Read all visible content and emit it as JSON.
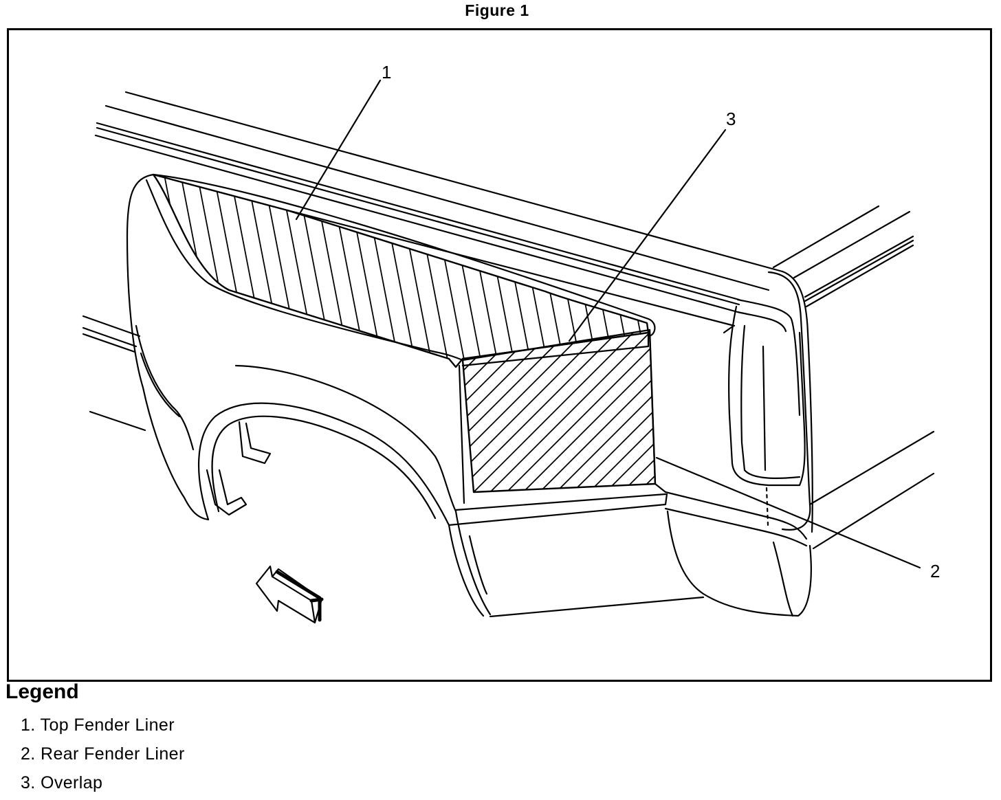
{
  "figure": {
    "title": "Figure 1",
    "callouts": [
      {
        "number": "1"
      },
      {
        "number": "2"
      },
      {
        "number": "3"
      }
    ]
  },
  "legend": {
    "title": "Legend",
    "items": [
      {
        "label": "1. Top Fender Liner"
      },
      {
        "label": "2. Rear Fender Liner"
      },
      {
        "label": "3. Overlap"
      }
    ]
  },
  "colors": {
    "ink": "#000000",
    "paper": "#ffffff"
  }
}
